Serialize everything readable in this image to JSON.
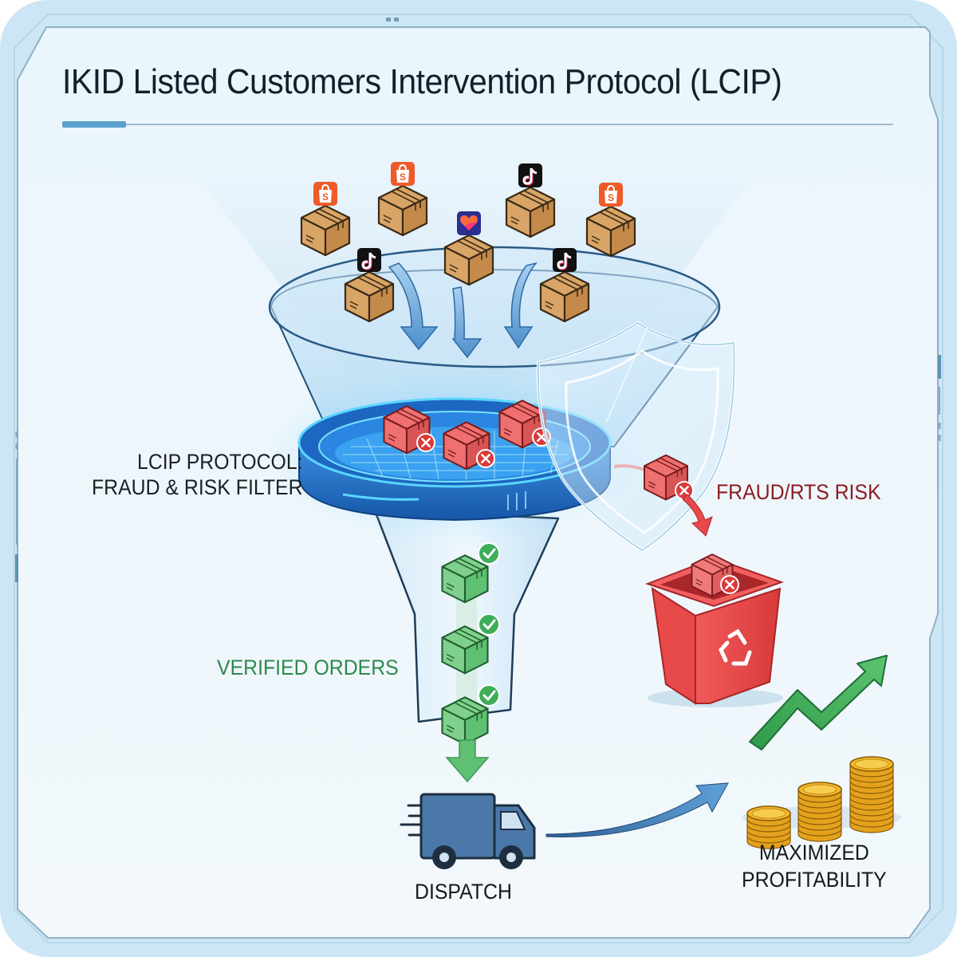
{
  "title": "IKID Listed Customers Intervention Protocol (LCIP)",
  "labels": {
    "filter_line1": "LCIP PROTOCOL:",
    "filter_line2": "FRAUD & RISK FILTER",
    "fraud": "FRAUD/RTS RISK",
    "verified": "VERIFIED ORDERS",
    "dispatch": "DISPATCH",
    "profit_line1": "MAXIMIZED",
    "profit_line2": "PROFITABILITY"
  },
  "incoming_orders": [
    {
      "platform": "shopee",
      "icon": "shopee-bag-icon"
    },
    {
      "platform": "shopee",
      "icon": "shopee-bag-icon"
    },
    {
      "platform": "tiktok",
      "icon": "tiktok-note-icon"
    },
    {
      "platform": "shopee",
      "icon": "shopee-bag-icon"
    },
    {
      "platform": "tiktok",
      "icon": "tiktok-note-icon"
    },
    {
      "platform": "lazada",
      "icon": "lazada-heart-icon"
    },
    {
      "platform": "tiktok",
      "icon": "tiktok-note-icon"
    }
  ],
  "flagged_in_filter_count": 3,
  "verified_orders_count": 3,
  "coin_stacks_count": 3,
  "colors": {
    "frame_bg": "#cde6f5",
    "panel_bg": "#eef7fd",
    "funnel_blue": "#1f6fc7",
    "glow_cyan": "#3ad0ff",
    "box_brown": "#d9a566",
    "risk_red": "#e5484d",
    "verified_green": "#5fbf73",
    "truck_blue": "#4a78a8",
    "coin_gold": "#f2b92a",
    "shopee_orange": "#ee5a2a",
    "tiktok_black": "#111111",
    "lazada_navy": "#2a2f8f"
  }
}
